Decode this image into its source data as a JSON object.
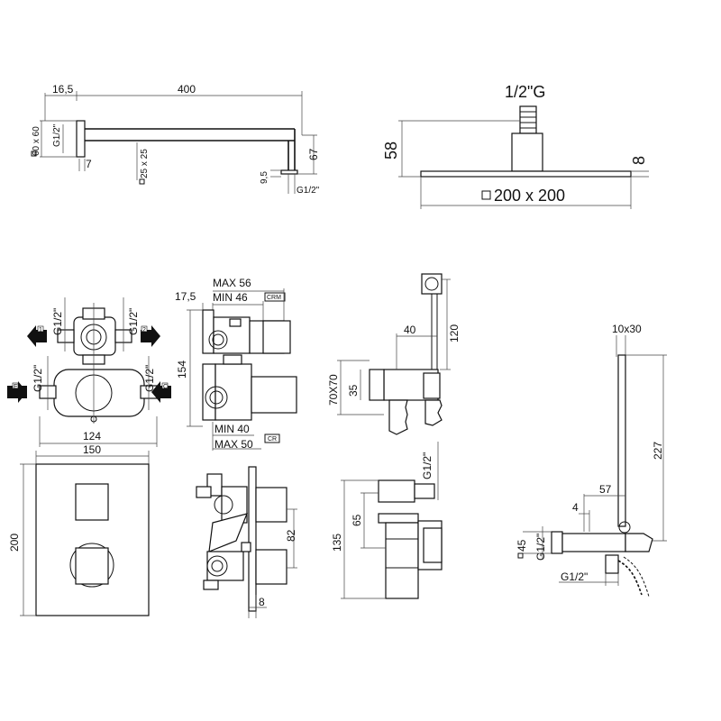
{
  "shower_arm": {
    "d_16_5": "16,5",
    "d_400": "400",
    "d_60x60": "60 x 60",
    "d_g12_left": "G1/2\"",
    "d_25x25": "25 x 25",
    "d_7": "7",
    "d_9_5": "9,5",
    "d_67": "67",
    "d_g12_bottom": "G1/2\""
  },
  "shower_head": {
    "thread": "1/2\"G",
    "d_58": "58",
    "d_8": "8",
    "d_size": "200 x 200"
  },
  "valve_body": {
    "g12_tl": "G1/2\"",
    "g12_tr": "G1/2\"",
    "g12_ml": "G1/2\"",
    "g12_mr": "G1/2\"",
    "d_124": "124",
    "arrow_1": "1",
    "arrow_2": "2",
    "arrow_e": "E",
    "arrow_c": "C"
  },
  "valve_side": {
    "d_17_5": "17,5",
    "max56": "MAX 56",
    "min46": "MIN 46",
    "crm": "CRM",
    "d_154": "154",
    "min40": "MIN 40",
    "max50": "MAX 50",
    "cr": "CR"
  },
  "plate_front": {
    "d_150": "150",
    "d_200": "200"
  },
  "plate_side": {
    "d_82": "82",
    "d_8": "8"
  },
  "outlet_top": {
    "d_40": "40",
    "d_120": "120",
    "d_70x70": "70X70",
    "d_35": "35"
  },
  "outlet_bottom": {
    "g12": "G1/2\"",
    "d_65": "65",
    "d_135": "135"
  },
  "hand_shower": {
    "d_10x30": "10x30",
    "d_227": "227",
    "d_57": "57",
    "d_4": "4",
    "d_45": "45",
    "g12_side": "G1/2\"",
    "g12_bottom": "G1/2\""
  }
}
